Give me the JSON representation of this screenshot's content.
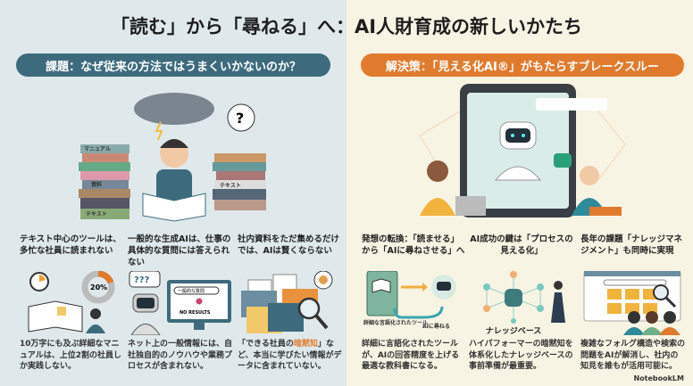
{
  "title": "「読む」から「尋ねる」へ：AI人財育成の新しいかたち",
  "left": {
    "heading": "課題：なぜ従来の方法ではうまくいかないのか？",
    "accent": "#3d6b7d",
    "illustration_labels": [
      "マニュアル",
      "資料",
      "テキスト",
      "テキスト"
    ],
    "items": [
      {
        "title": "テキスト中心のツールは、多忙な社員に読まれない",
        "icon_text": "20%",
        "desc": "10万字にも及ぶ詳細なマニュアルは、上位2割の社員しか実践しない。"
      },
      {
        "title": "一般的な生成AIは、仕事の具体的な質問には答えられない",
        "icon_text": "???",
        "search_text": "一般的な質問",
        "result_text": "NO RESULTS",
        "desc": "ネット上の一般情報には、自社独自的のノウハウや業務プロセスが含まれない。"
      },
      {
        "title": "社内資料をただ集めるだけでは、AIは賢くならない",
        "desc_pre": "「できる社員の",
        "desc_hl": "暗黙知",
        "desc_post": "」など、本当に学びたい情報がデータに含まれていない。"
      }
    ]
  },
  "right": {
    "heading": "解決策：「見える化AI®」がもたらすブレークスルー",
    "accent": "#e07b2e",
    "items": [
      {
        "title": "発想の転換：「読ませる」から「AIに尋ねさせる」へ",
        "label1": "詳細な言語化されたツール",
        "label2": "AIに尋ねる",
        "desc": "詳細に言語化されたツールが、AIの回答精度を上げる最適な教科書になる。"
      },
      {
        "title": "AI成功の鍵は「プロセスの見える化」",
        "label1": "ナレッジベース",
        "desc": "ハイパフォーマーの暗黙知を体系化したナレッジベースの事前準備が最重要。"
      },
      {
        "title": "長年の課題「ナレッジマネジメント」も同時に実現",
        "desc": "複雑なフォルグ構造や検索の問題をAIが解消し、社内の知見を誰もが活用可能に。"
      }
    ]
  },
  "footer": "NotebookLM"
}
